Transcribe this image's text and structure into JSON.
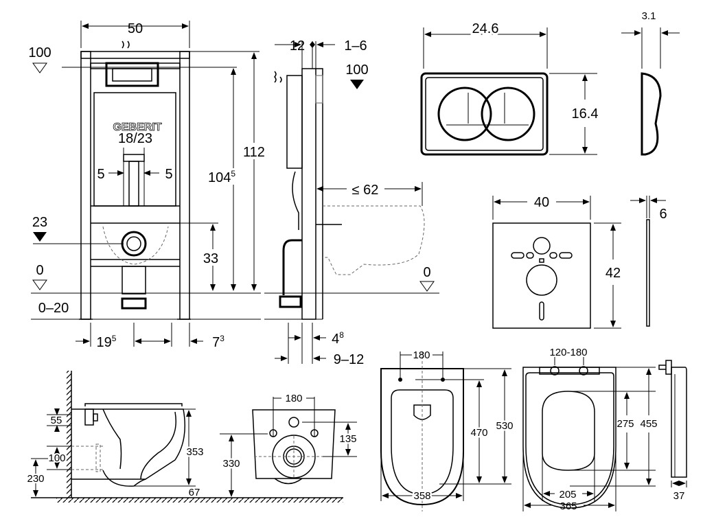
{
  "brand_logo": "GEBERIT",
  "frame_front": {
    "width": "50",
    "level_top": "100",
    "height_total": "112",
    "height_inner": "104",
    "height_inner_sup": "5",
    "outlet": "18/23",
    "offset_left": "5",
    "offset_right": "5",
    "level_mid": "23",
    "inlet_height": "33",
    "level_floor": "0",
    "floor_range": "0–20",
    "foot_left": "19",
    "foot_left_sup": "5",
    "foot_right": "7",
    "foot_right_sup": "3"
  },
  "frame_side": {
    "depth": "12",
    "wall_gap": "1–6",
    "level_top": "100",
    "projection": "≤ 62",
    "level_floor": "0",
    "foot_depth": "4",
    "foot_depth_sup": "8",
    "foot_range": "9–12"
  },
  "flush_plate": {
    "width": "24.6",
    "height": "16.4",
    "thickness": "3.1"
  },
  "sound_pad": {
    "width": "40",
    "height": "42",
    "thickness": "6"
  },
  "toilet_side": {
    "inlet_height": "55",
    "outlet_height": "100",
    "outlet_floor": "230",
    "bowl_height": "353",
    "base_gap": "67"
  },
  "toilet_back": {
    "bolt_spacing": "180",
    "bolt_to_outlet": "135",
    "bolt_height": "330"
  },
  "toilet_top": {
    "bolt_spacing": "180",
    "bolt_to_front": "470",
    "length": "530",
    "width": "358"
  },
  "seat": {
    "hinge_range": "120-180",
    "opening_length": "275",
    "length": "455",
    "opening_width": "205",
    "width": "365",
    "thickness": "37"
  }
}
